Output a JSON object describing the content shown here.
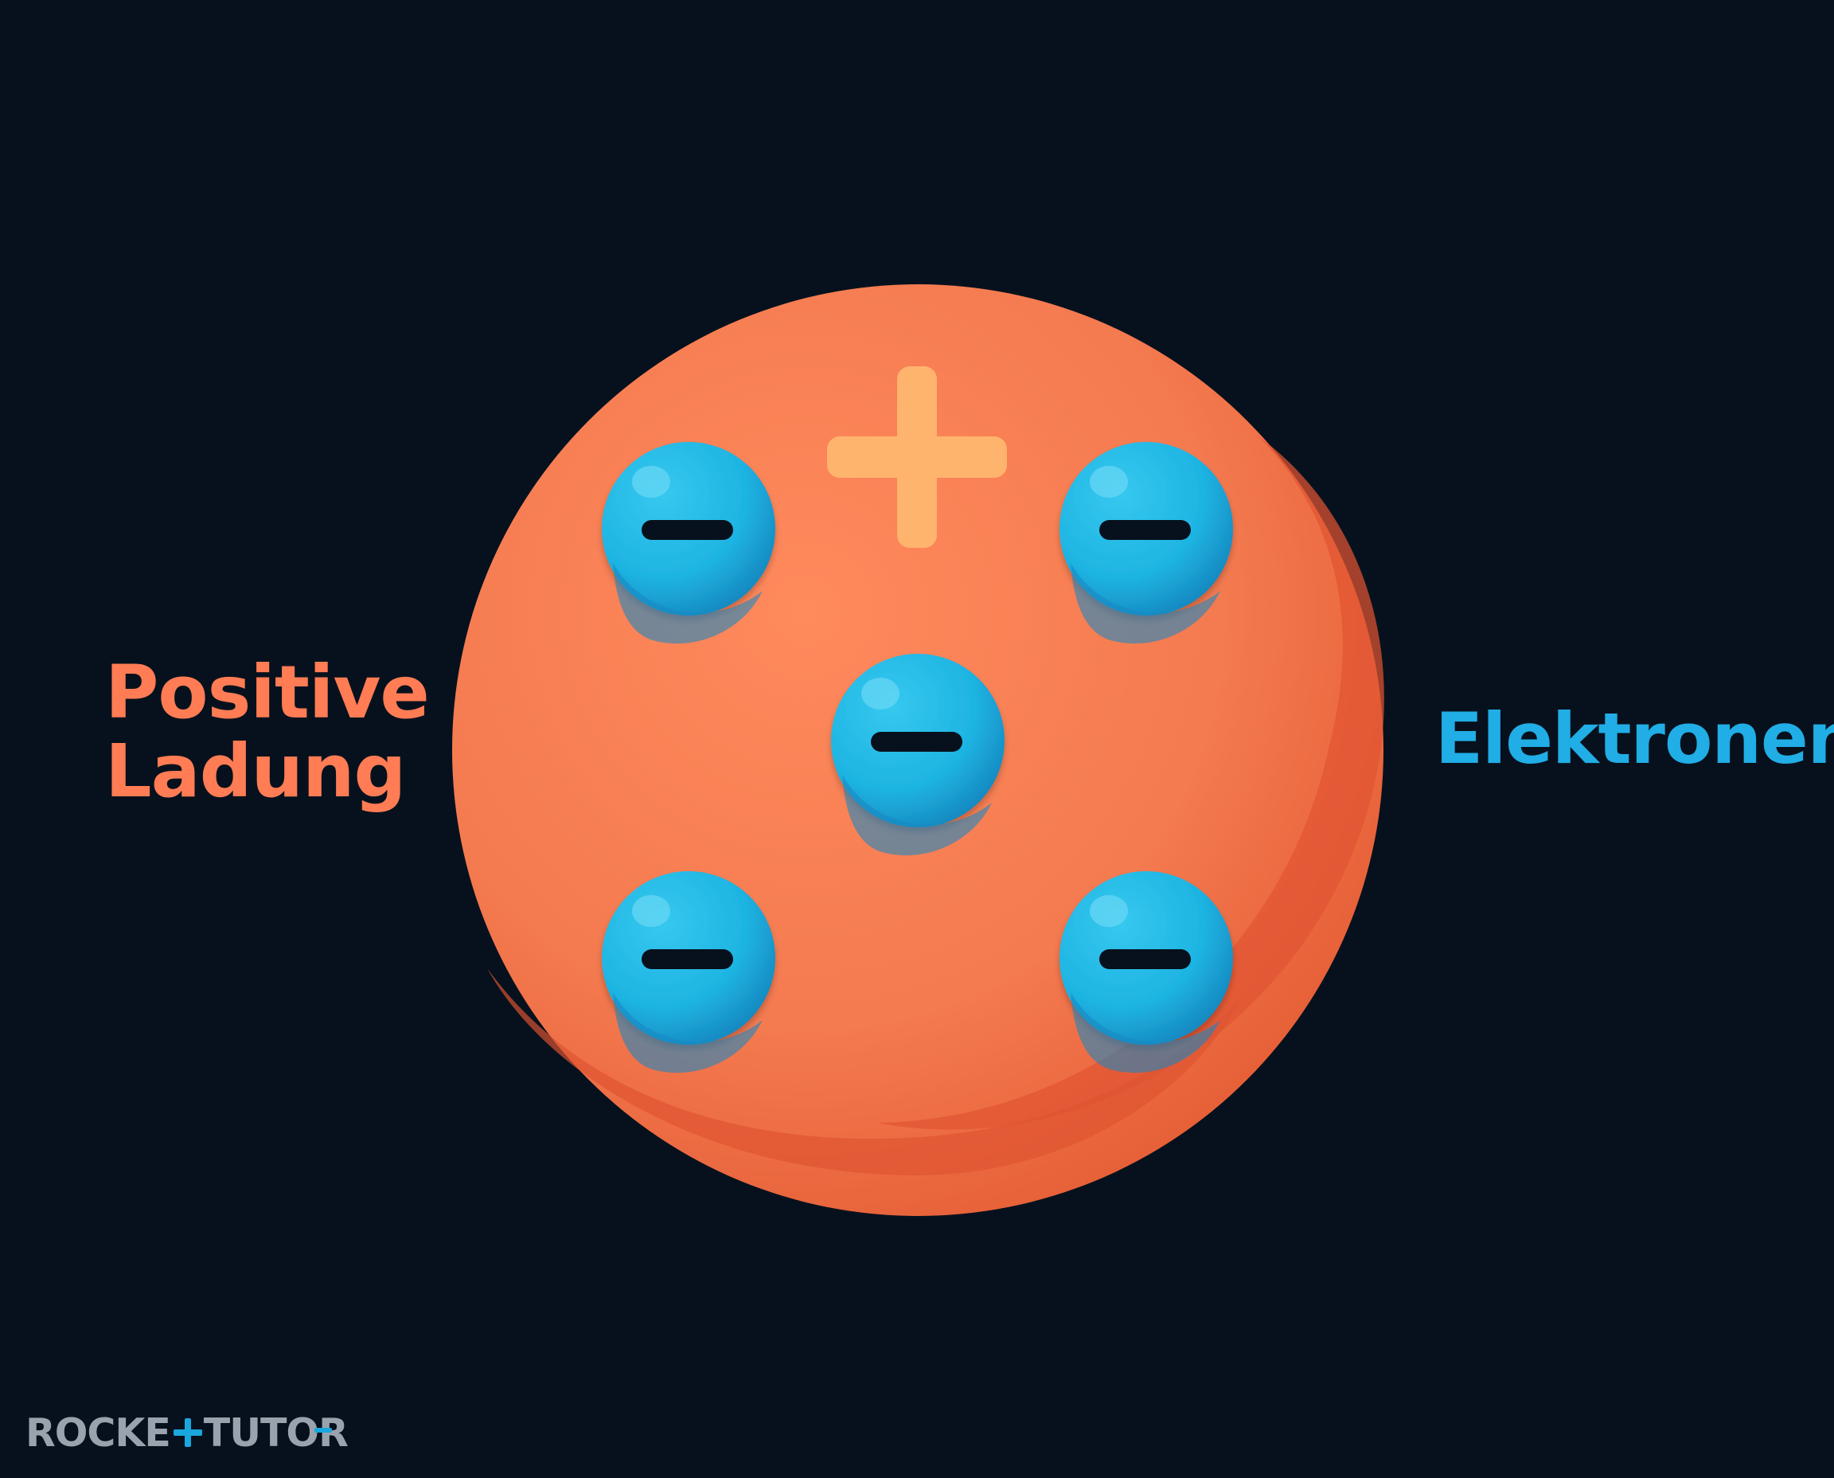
{
  "labels": {
    "positive_charge": "Positive\nLadung",
    "electrons": "Elektronen"
  },
  "brand": {
    "prefix": "ROCKE",
    "middle": "TUTO",
    "suffix": "R"
  },
  "colors": {
    "background": "#07111d",
    "sphere": "#f47a50",
    "sphere_shadow": "#e75a34",
    "positive_symbol": "#ffb46e",
    "electron": "#1eb4e2",
    "electron_shadow": "#1584bd",
    "minus_symbol": "#07111d",
    "positive_label": "#ff7c54",
    "electron_label": "#21ade5",
    "brand": "#9aa3ad",
    "brand_accent": "#1aa7dd"
  },
  "icons": {
    "atom": "sphere-icon",
    "positive": "plus-icon",
    "electron": "electron-icon",
    "negative": "minus-icon"
  },
  "electrons_count": 5
}
